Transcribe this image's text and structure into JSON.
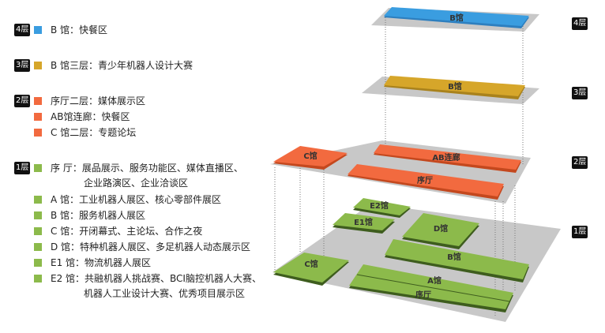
{
  "colors": {
    "blue": "#3a9de0",
    "yellow": "#d6a62a",
    "orange": "#f26a3f",
    "green": "#8cba4b"
  },
  "legend": [
    {
      "floor": "4层",
      "items": [
        {
          "text": "B 馆：快餐区"
        }
      ]
    },
    {
      "floor": "3层",
      "items": [
        {
          "text": "B 馆三层：青少年机器人设计大赛"
        }
      ]
    },
    {
      "floor": "2层",
      "items": [
        {
          "text": "序厅二层：媒体展示区"
        },
        {
          "text": "AB馆连廊：快餐区"
        },
        {
          "text": "C 馆二层：专题论坛"
        }
      ]
    },
    {
      "floor": "1层",
      "items": [
        {
          "text": "序 厅：展品展示、服务功能区、媒体直播区、",
          "cont": "企业路演区、企业洽谈区"
        },
        {
          "text": "A 馆：工业机器人展区、核心零部件展区"
        },
        {
          "text": "B 馆：服务机器人展区"
        },
        {
          "text": "C 馆：开闭幕式、主论坛、合作之夜"
        },
        {
          "text": "D 馆：特种机器人展区、多足机器人动态展示区"
        },
        {
          "text": "E1 馆：物流机器人展区"
        },
        {
          "text": "E2 馆：共融机器人挑战赛、BCI脑控机器人大赛、",
          "cont": "机器人工业设计大赛、优秀项目展示区"
        }
      ]
    }
  ],
  "floor_badges": [
    "4层",
    "3层",
    "2层",
    "1层"
  ],
  "map": {
    "f4": [
      "B馆"
    ],
    "f3": [
      "B馆"
    ],
    "f2": [
      "C馆",
      "AB连廊",
      "序厅"
    ],
    "f1": [
      "E2馆",
      "E1馆",
      "D馆",
      "B馆",
      "C馆",
      "A馆",
      "序厅"
    ]
  }
}
